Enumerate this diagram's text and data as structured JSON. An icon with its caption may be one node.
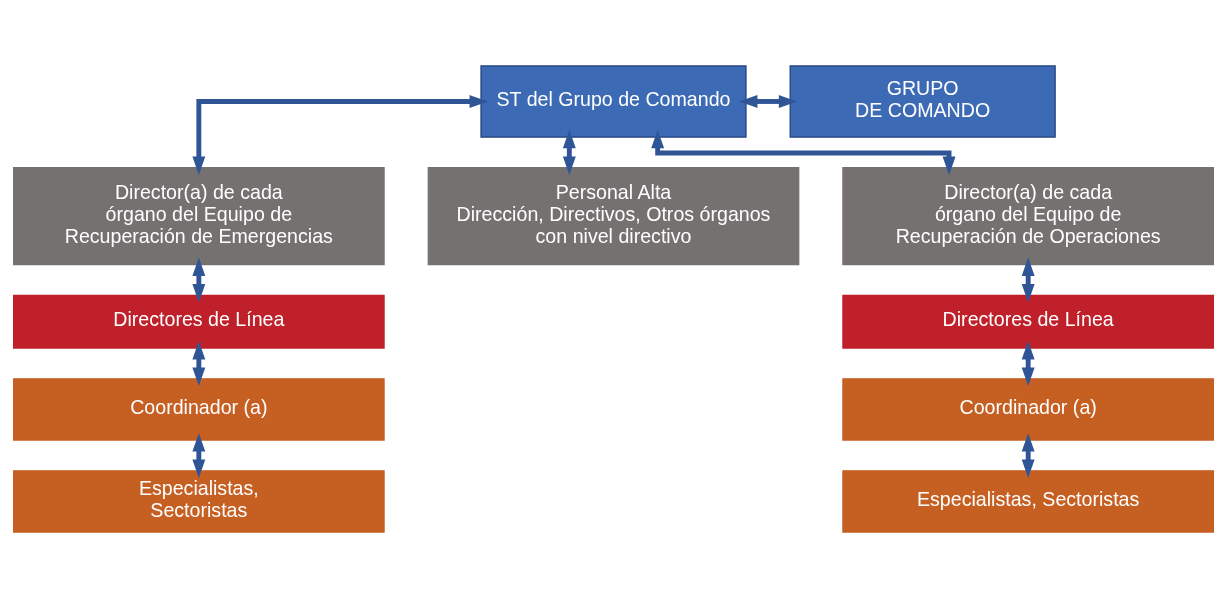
{
  "diagram": {
    "nodes": [
      {
        "text": [
          "ST del Grupo de Comando"
        ]
      },
      {
        "text": [
          "GRUPO DE COMANDO"
        ]
      },
      {
        "text": [
          "Director(a) de cada órgano del Equipo de Recuperación de Emergencias"
        ]
      },
      {
        "text": [
          "Personal Alta Dirección, Directivos, Otros órganos con nivel directivo"
        ]
      },
      {
        "text": [
          "Director(a) de cada órgano del Equipo de Recuperación de Operaciones"
        ]
      },
      {
        "text": [
          "Directores de Línea"
        ]
      },
      {
        "text": [
          "Coordinador (a)"
        ]
      },
      {
        "text": [
          "Especialistas, Sectoristas"
        ]
      },
      {
        "text": [
          "Directores de Línea"
        ]
      },
      {
        "text": [
          "Coordinador (a)"
        ]
      },
      {
        "text": [
          "Especialistas, Sectoristas"
        ]
      }
    ],
    "edges": [
      {
        "from": 0,
        "to": 1,
        "arrow": "both"
      },
      {
        "from": 0,
        "to": 2,
        "arrow": "both"
      },
      {
        "from": 0,
        "to": 3,
        "arrow": "both"
      },
      {
        "from": 0,
        "to": 4,
        "arrow": "both"
      },
      {
        "from": 2,
        "to": 5,
        "arrow": "both"
      },
      {
        "from": 5,
        "to": 6,
        "arrow": "both"
      },
      {
        "from": 6,
        "to": 7,
        "arrow": "both"
      },
      {
        "from": 4,
        "to": 8,
        "arrow": "both"
      },
      {
        "from": 8,
        "to": 9,
        "arrow": "both"
      },
      {
        "from": 9,
        "to": 10,
        "arrow": "both"
      }
    ]
  }
}
